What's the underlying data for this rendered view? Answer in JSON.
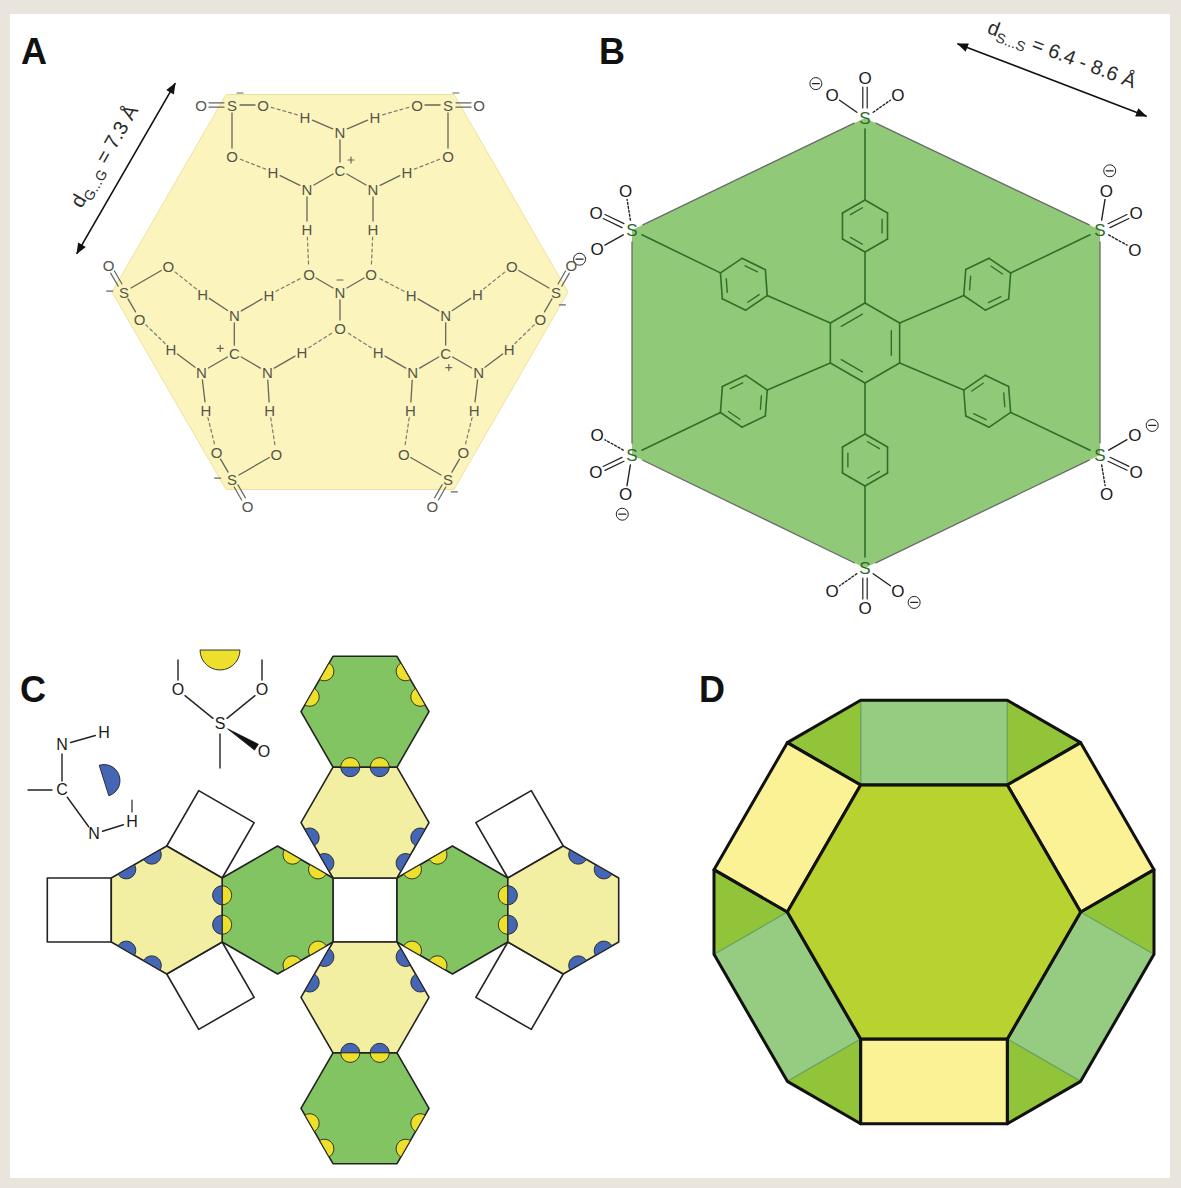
{
  "diagram": {
    "labels": [
      "A",
      "N",
      "C",
      "N",
      "N",
      "H",
      "H",
      "H",
      "H",
      "H",
      "H",
      "O",
      "S",
      "O",
      "O",
      "O",
      "S",
      "O",
      "O",
      "N",
      "C",
      "N",
      "N",
      "H",
      "H",
      "H",
      "H",
      "H",
      "H",
      "O",
      "S",
      "O",
      "O",
      "O",
      "S",
      "O",
      "O",
      "N",
      "C",
      "N",
      "N",
      "H",
      "H",
      "H",
      "H",
      "H",
      "H",
      "O",
      "S",
      "O",
      "O",
      "O",
      "S",
      "O",
      "O",
      "N",
      "O",
      "O",
      "O",
      "d",
      "G...G",
      "= 7.3 Å",
      "B",
      "S",
      "O",
      "O",
      "O",
      "S",
      "O",
      "O",
      "O",
      "S",
      "O",
      "O",
      "O",
      "S",
      "O",
      "O",
      "O",
      "S",
      "O",
      "O",
      "O",
      "S",
      "O",
      "O",
      "O",
      "d",
      "S...S",
      "= 6.4 - 8.6 Å",
      "C",
      "N",
      "H",
      "C",
      "N",
      "H",
      "O",
      "O",
      "S",
      "O",
      "D"
    ]
  }
}
